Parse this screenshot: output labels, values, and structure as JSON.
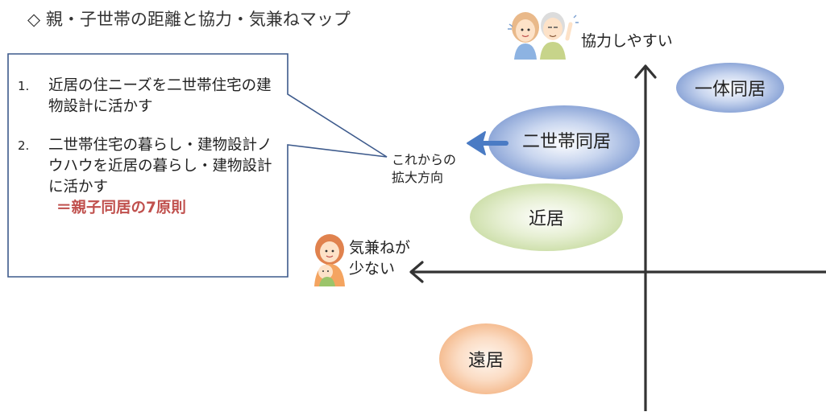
{
  "title": "◇ 親・子世帯の距離と協力・気兼ねマップ",
  "callout": {
    "item1": {
      "number": "1.",
      "text": "近居の住ニーズを二世帯住宅の建物設計に活かす"
    },
    "item2": {
      "number": "2.",
      "text": "二世帯住宅の暮らし・建物設計ノウハウを近居の暮らし・建物設計に活かす",
      "highlight": "＝親子同居の7原則"
    }
  },
  "axes": {
    "top_label": "協力しやすい",
    "left_label_line1": "気兼ねが",
    "left_label_line2": "少ない"
  },
  "ellipses": {
    "ittai": {
      "label": "一体同居",
      "color": "#8ea7d8"
    },
    "nisetai": {
      "label": "二世帯同居",
      "color": "#8ea7d8"
    },
    "kinkyo": {
      "label": "近居",
      "color": "#d4e3b2"
    },
    "enkyo": {
      "label": "遠居",
      "color": "#f7c7a3"
    }
  },
  "direction": {
    "line1": "これからの",
    "line2": "拡大方向",
    "arrow_color": "#4a7bc4"
  },
  "figures": {
    "top": "elderly-couple-icon",
    "left": "mother-baby-icon"
  }
}
